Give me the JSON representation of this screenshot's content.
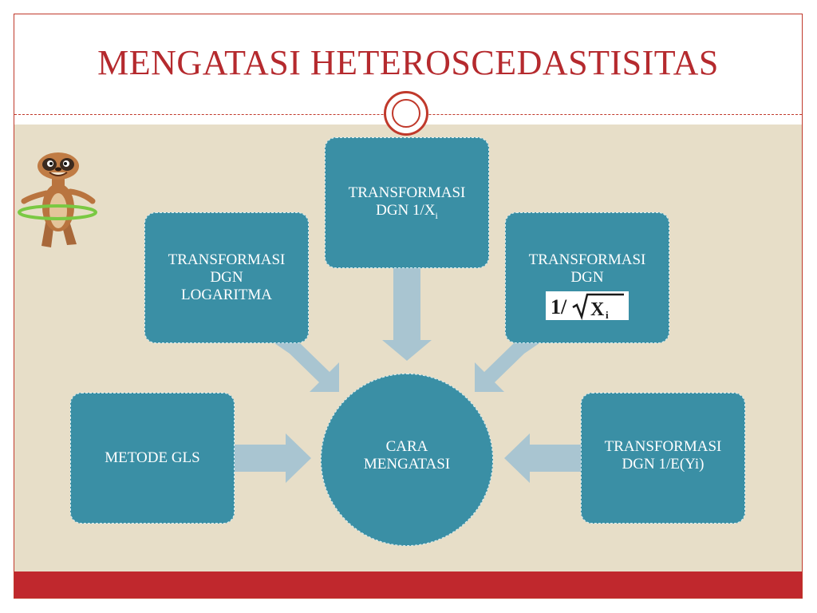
{
  "slide": {
    "title": "MENGATASI HETEROSCEDASTISITAS"
  },
  "diagram": {
    "center": {
      "line1": "CARA",
      "line2": "MENGATASI"
    },
    "nodes": {
      "logaritma": {
        "line1": "TRANSFORMASI",
        "line2": "DGN",
        "line3": "LOGARITMA"
      },
      "reciprocal_x": {
        "line1": "TRANSFORMASI",
        "line2_prefix": "DGN 1/X",
        "line2_sub": "i"
      },
      "reciprocal_sqrt_x": {
        "line1": "TRANSFORMASI",
        "line2": "DGN",
        "formula": "1/√Xi"
      },
      "gls": {
        "line1": "METODE GLS"
      },
      "reciprocal_expectation": {
        "line1": "TRANSFORMASI",
        "line2": "DGN 1/E(Yi)"
      }
    }
  },
  "colors": {
    "title": "#b52a2e",
    "accent_red": "#c0282d",
    "panel_background": "#e7dec8",
    "node_fill": "#3a8fa5",
    "arrow_fill": "#a9c5d1"
  },
  "icons": {
    "mascot": "meerkat-hula-hoop-icon",
    "ornament": "double-ring-ornament-icon"
  }
}
